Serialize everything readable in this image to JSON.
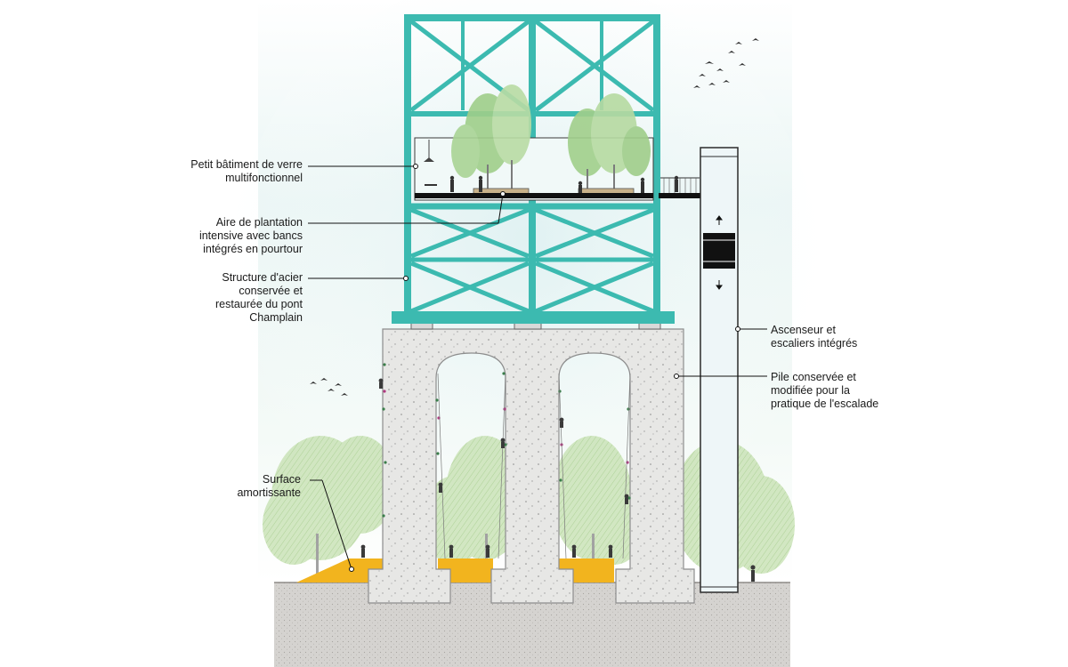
{
  "annotations": {
    "glass_building": [
      "Petit bâtiment de verre",
      "multifonctionnel"
    ],
    "planting_area": [
      "Aire de plantation",
      "intensive avec bancs",
      "intégrés en pourtour"
    ],
    "steel_structure": [
      "Structure d'acier",
      "conservée et",
      "restaurée du pont",
      "Champlain"
    ],
    "shock_surface": [
      "Surface",
      "amortissante"
    ],
    "elevator": [
      "Ascenseur et",
      "escaliers intégrés"
    ],
    "pier": [
      "Pile conservée et",
      "modifiée pour la",
      "pratique de l'escalade"
    ]
  },
  "icons": {
    "elevator_up": "arrow-up-icon",
    "elevator_down": "arrow-down-icon"
  },
  "colors": {
    "steel_structure": "#3cbab0",
    "concrete_pier": "#e6e6e4",
    "shock_surface": "#f2b41e",
    "ground": "#d4d2cf",
    "glass": "#eef8f8",
    "trees": "#a9cf8f",
    "elevator_car": "#111111",
    "sky_gradient": "#dff1f2"
  }
}
